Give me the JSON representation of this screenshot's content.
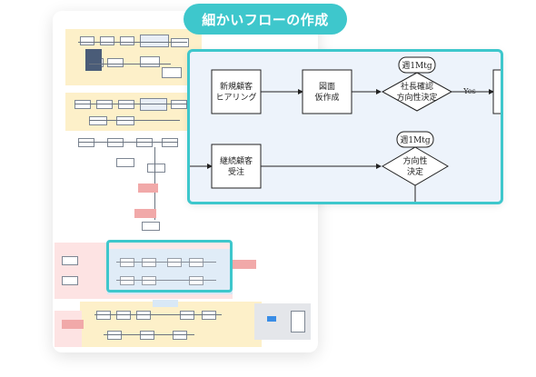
{
  "badge": {
    "label": "細かいフローの作成"
  },
  "flow": {
    "box_new_customer": [
      "新規顧客",
      "ヒアリング"
    ],
    "box_diagram": [
      "図面",
      "仮作成"
    ],
    "tag_weekly_1": "週1Mtg",
    "decision_president": [
      "社長確認",
      "方向性決定"
    ],
    "edge_yes": "Yes",
    "box_repeat_customer": [
      "継続顧客",
      "受注"
    ],
    "tag_weekly_2": "週1Mtg",
    "decision_direction": [
      "方向性",
      "決定"
    ]
  },
  "colors": {
    "accent": "#3ec7cc",
    "panel_bg": "#edf3fb"
  }
}
